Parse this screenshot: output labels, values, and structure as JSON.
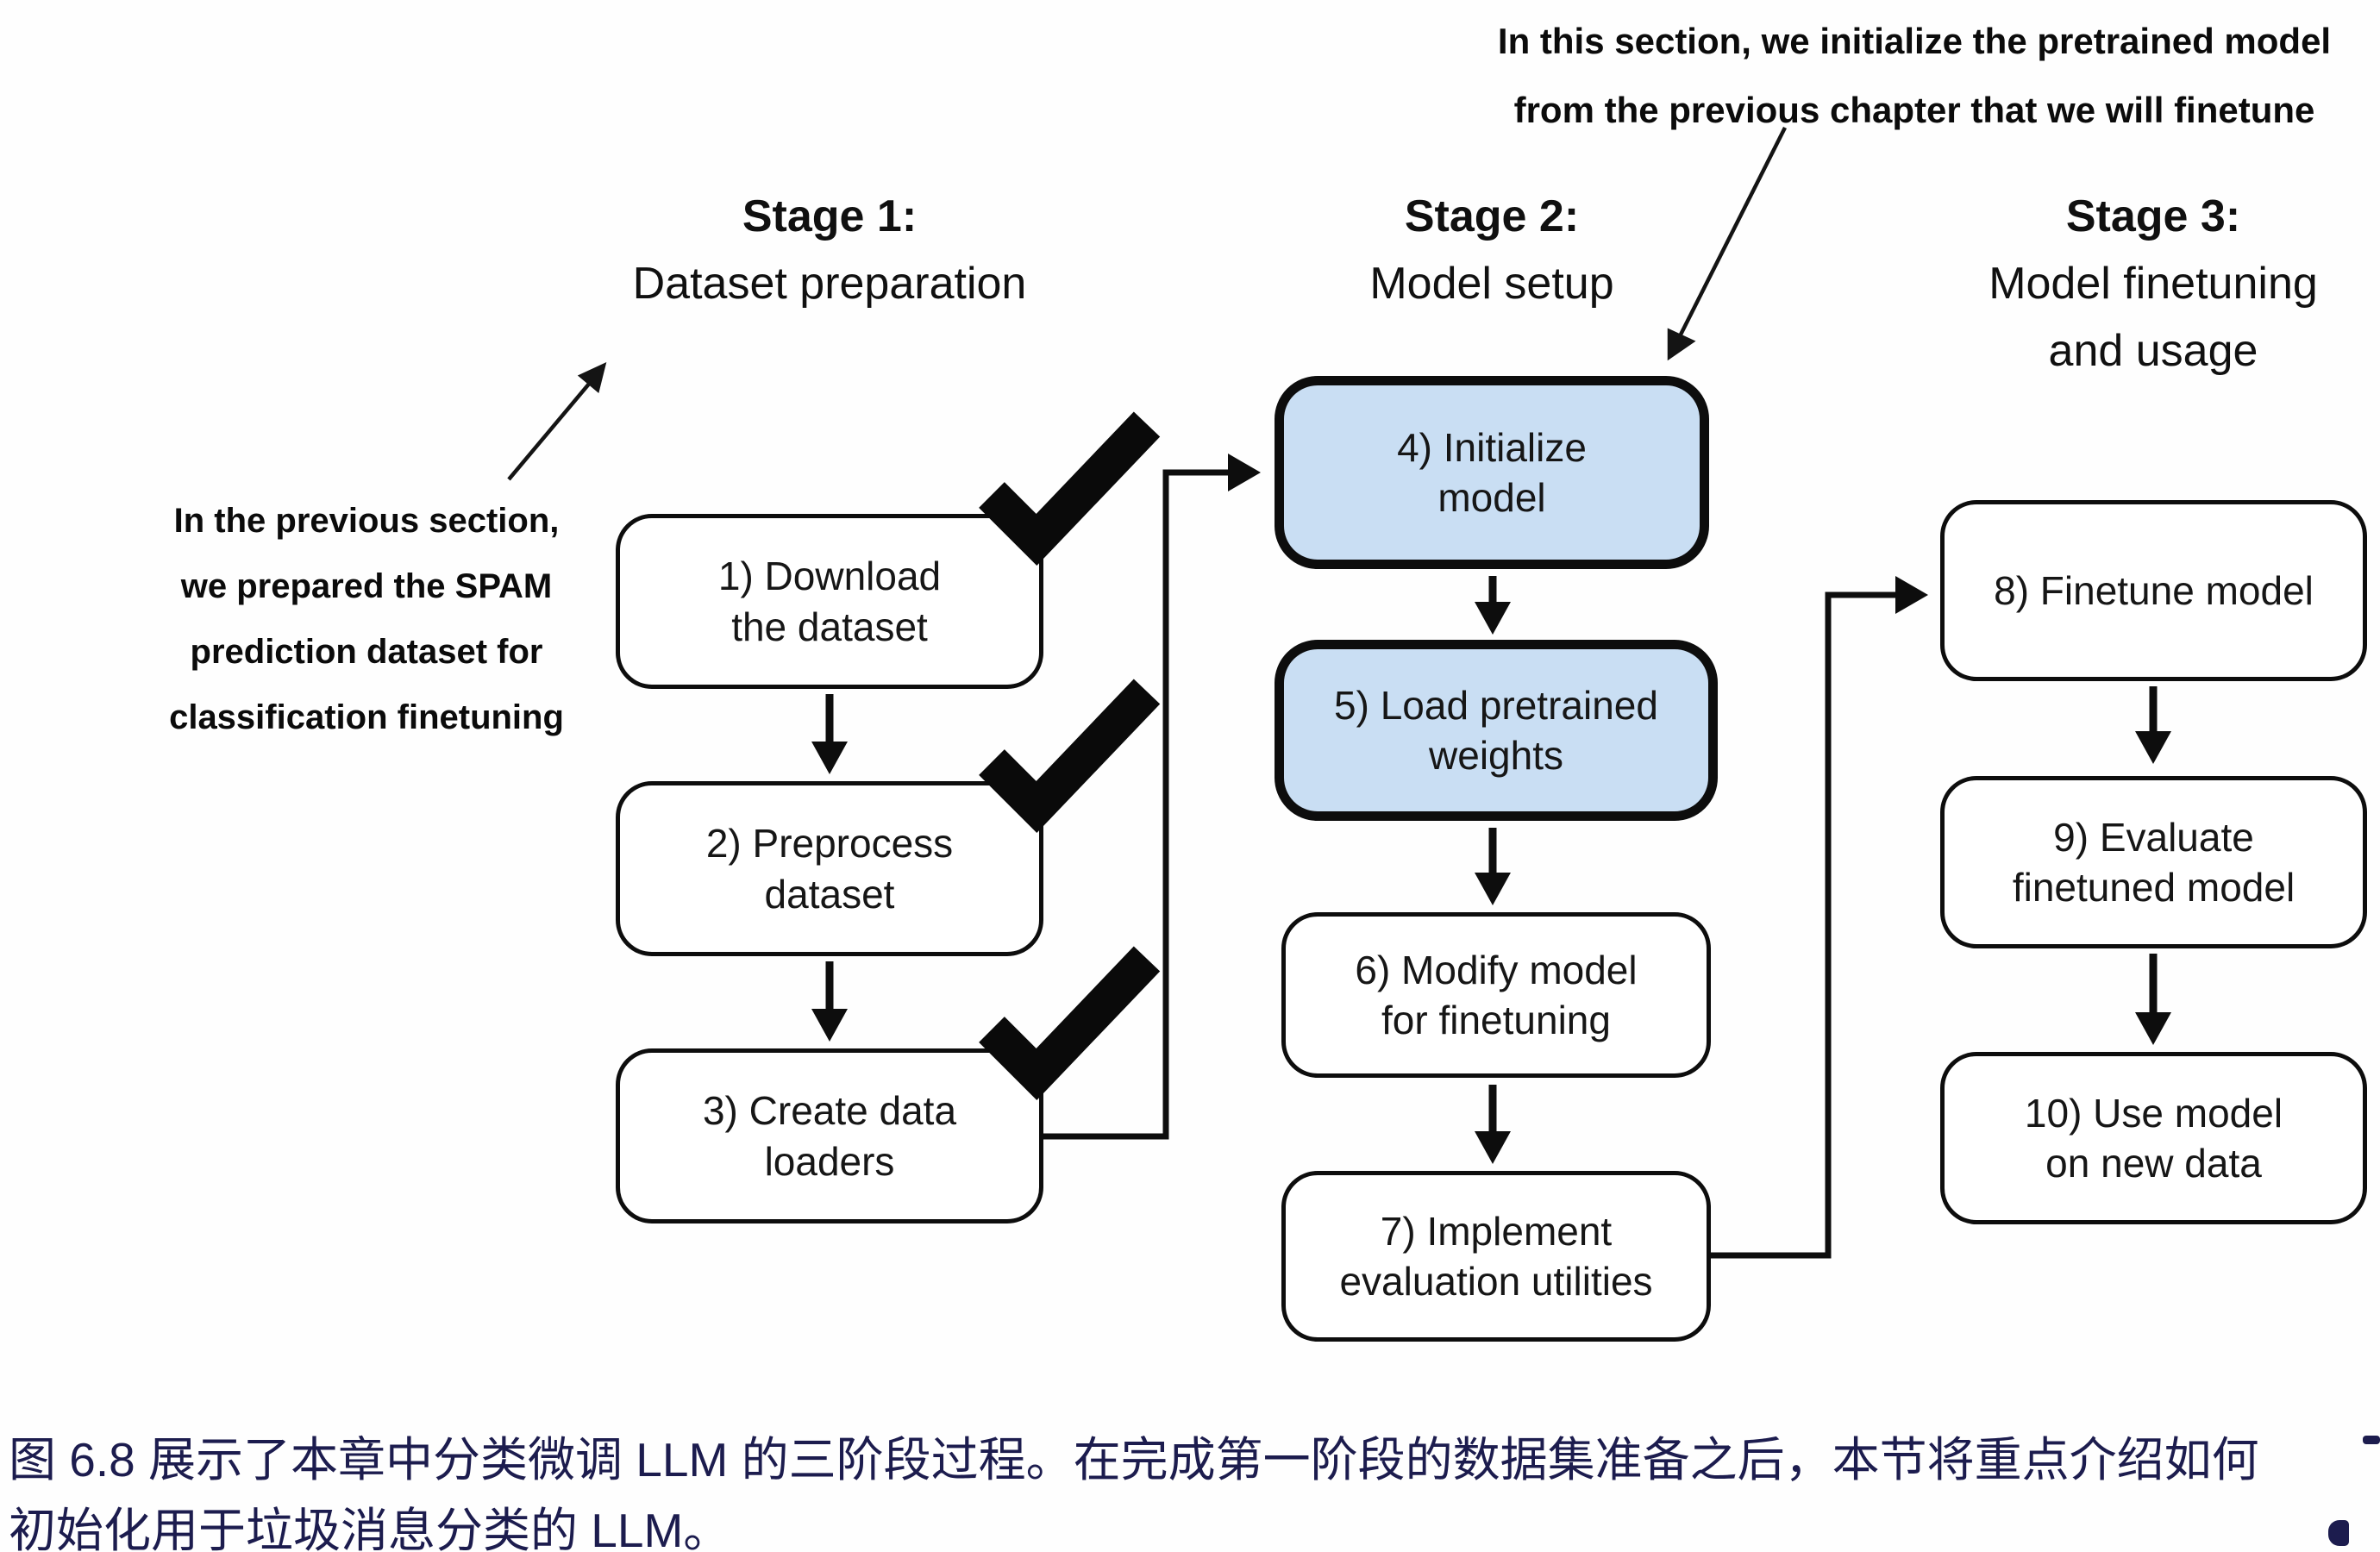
{
  "figure": {
    "top_annotation": {
      "lines": [
        "In this section, we initialize the pretrained model",
        "from the previous chapter that we will finetune"
      ]
    },
    "left_annotation": {
      "lines": [
        "In the previous section,",
        "we prepared the SPAM",
        "prediction dataset for",
        "classification finetuning"
      ]
    },
    "stages": {
      "s1": {
        "title": "Stage 1:",
        "subtitle_lines": [
          "Dataset preparation"
        ]
      },
      "s2": {
        "title": "Stage 2:",
        "subtitle_lines": [
          "Model setup"
        ]
      },
      "s3": {
        "title": "Stage 3:",
        "subtitle_lines": [
          "Model finetuning",
          "and usage"
        ]
      }
    },
    "boxes": {
      "b1": {
        "lines": [
          "1) Download",
          "the dataset"
        ],
        "highlighted": false,
        "checked": true
      },
      "b2": {
        "lines": [
          "2) Preprocess",
          "dataset"
        ],
        "highlighted": false,
        "checked": true
      },
      "b3": {
        "lines": [
          "3) Create data",
          "loaders"
        ],
        "highlighted": false,
        "checked": true
      },
      "b4": {
        "lines": [
          "4) Initialize",
          "model"
        ],
        "highlighted": true,
        "checked": false
      },
      "b5": {
        "lines": [
          "5) Load pretrained",
          "weights"
        ],
        "highlighted": true,
        "checked": false
      },
      "b6": {
        "lines": [
          "6) Modify model",
          "for finetuning"
        ],
        "highlighted": false,
        "checked": false
      },
      "b7": {
        "lines": [
          "7) Implement",
          "evaluation utilities"
        ],
        "highlighted": false,
        "checked": false
      },
      "b8": {
        "lines": [
          "8) Finetune model"
        ],
        "highlighted": false,
        "checked": false
      },
      "b9": {
        "lines": [
          "9) Evaluate",
          "finetuned model"
        ],
        "highlighted": false,
        "checked": false
      },
      "b10": {
        "lines": [
          "10) Use model",
          "on new data"
        ],
        "highlighted": false,
        "checked": false
      }
    }
  },
  "caption": {
    "figure_number": "图 6.8",
    "lines": [
      "图 6.8 展示了本章中分类微调 LLM 的三阶段过程。在完成第一阶段的数据集准备之后，本节将重点介绍如何",
      "初始化用于垃圾消息分类的 LLM。"
    ]
  },
  "colors": {
    "highlight_fill": "#c9def3",
    "diagram_ink": "#0d0d0d",
    "caption_ink": "#1c1c4e",
    "background": "#fefefe"
  }
}
